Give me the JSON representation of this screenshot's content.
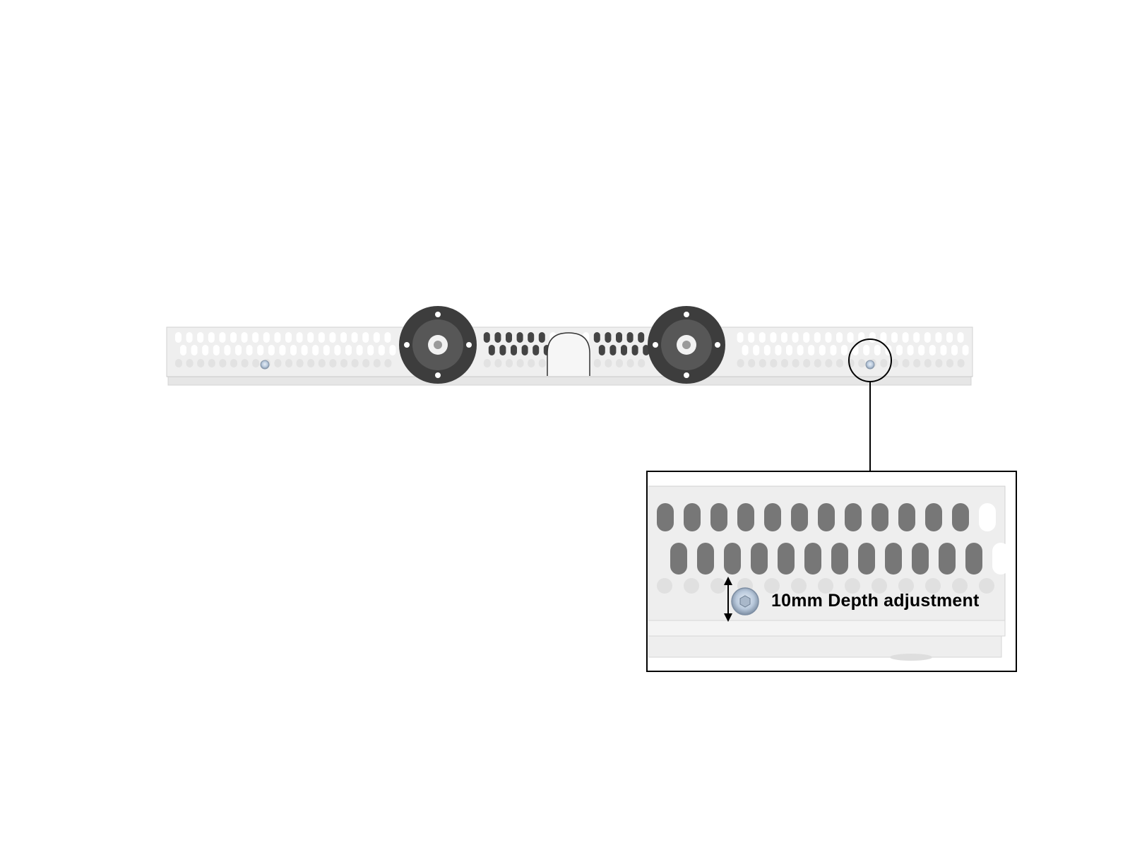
{
  "callout": {
    "label": "10mm Depth adjustment"
  },
  "colors": {
    "background": "#ffffff",
    "rail": "#ededed",
    "rail_shadow": "#dcdcdc",
    "slot": "#6b6b6b",
    "mount_disc": "#3f3f3f",
    "bolt": "#b9c9dc",
    "outline": "#000000"
  },
  "icons": [
    "wall-rail",
    "mounting-disc",
    "adjustment-bolt",
    "double-arrow",
    "magnifier-circle"
  ]
}
